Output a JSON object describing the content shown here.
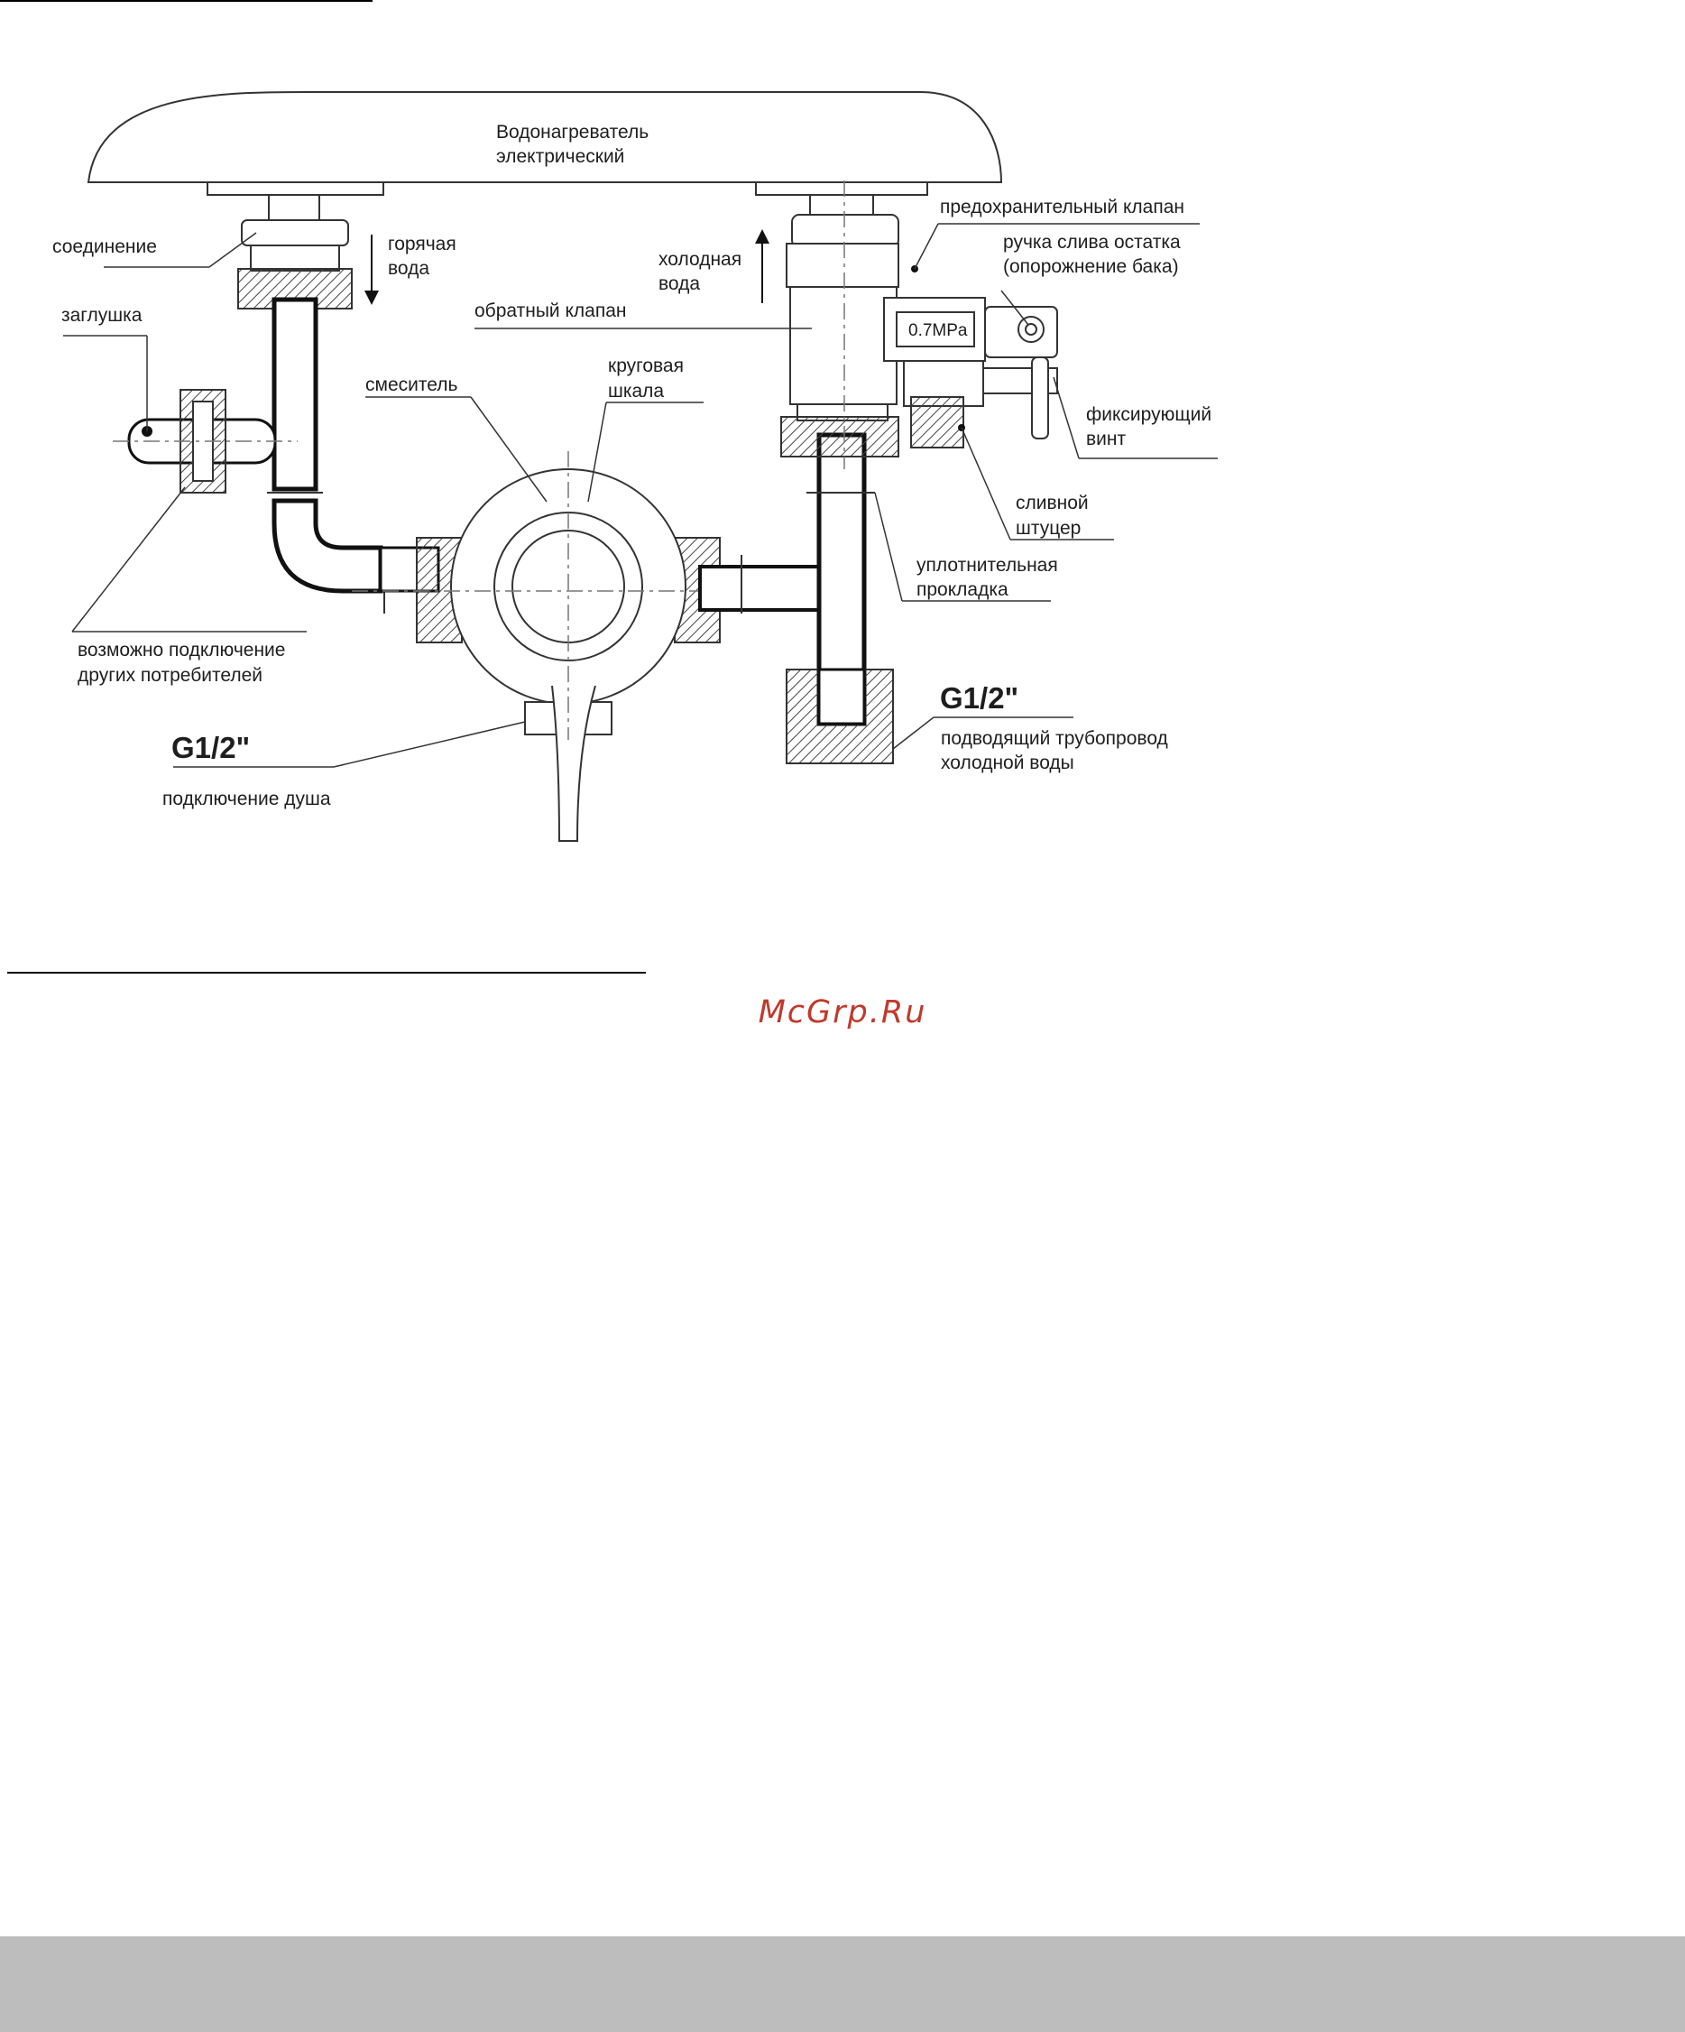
{
  "diagram": {
    "heater_label": [
      "Водонагреватель",
      "электрический"
    ],
    "connection_label": "соединение",
    "hot_water_label": [
      "горячая",
      "вода"
    ],
    "plug_label": "заглушка",
    "mixer_label": "смеситель",
    "dial_label": [
      "круговая",
      "шкала"
    ],
    "cold_water_label": [
      "холодная",
      "вода"
    ],
    "check_valve_label": "обратный клапан",
    "safety_valve_label": "предохранительный клапан",
    "drain_handle_label": [
      "ручка слива остатка",
      "(опорожнение бака)"
    ],
    "pressure_rating": "0.7MPa",
    "fixing_screw_label": [
      "фиксирующий",
      "винт"
    ],
    "drain_fitting_label": [
      "сливной",
      "штуцер"
    ],
    "gasket_label": [
      "уплотнительная",
      "прокладка"
    ],
    "other_consumers_label": [
      "возможно подключение",
      "других потребителей"
    ],
    "shower_thread": "G1/2\"",
    "shower_label": "подключение душа",
    "supply_thread": "G1/2\"",
    "supply_label": [
      "подводящий трубопровод",
      "холодной воды"
    ]
  },
  "watermark": "McGrp.Ru"
}
